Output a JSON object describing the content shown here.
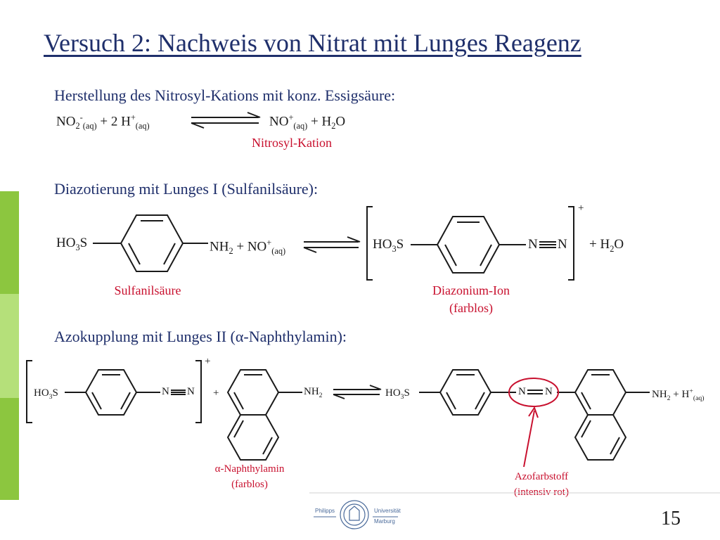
{
  "title": "Versuch 2: Nachweis von Nitrat mit Lunges Reagenz",
  "section1": {
    "heading": "Herstellung des Nitrosyl-Kations mit konz. Essigsäure:",
    "reactant_no2": "NO",
    "reactant_no2_sub": "2",
    "reactant_no2_sup": "-",
    "reactant_aq": "(aq)",
    "reactant_plus": " + 2 H",
    "reactant_h_sup": "+",
    "product_no": "NO",
    "product_no_sup": "+",
    "product_aq": "(aq)",
    "product_rest": " + H",
    "product_h2o_sub": "2",
    "product_o": "O",
    "label": "Nitrosyl-Kation"
  },
  "section2": {
    "heading": "Diazotierung mit Lunges I (Sulfanilsäure):",
    "ho3s": "HO",
    "ho3s_sub": "3",
    "ho3s_s": "S",
    "nh2": "NH",
    "nh2_sub": "2",
    "plus_no": " + NO",
    "no_sup": "+",
    "aq": "(aq)",
    "ho3s_2": "HO",
    "ho3s_2_sub": "3",
    "ho3s_2_s": "S",
    "n1": "N",
    "n2": "N",
    "bracket_charge": "+",
    "plus_h2o": "+ H",
    "h2o_sub": "2",
    "h2o_o": "O",
    "label_left": "Sulfanilsäure",
    "label_right_1": "Diazonium-Ion",
    "label_right_2": "(farblos)"
  },
  "section3": {
    "heading": "Azokupplung mit Lunges II (α-Naphthylamin):",
    "ho3s": "HO",
    "ho3s_sub": "3",
    "ho3s_s": "S",
    "n1": "N",
    "n2": "N",
    "bracket_charge": "+",
    "plus": "+",
    "nh2": "NH",
    "nh2_sub": "2",
    "ho3s_p": "HO",
    "ho3s_p_sub": "3",
    "ho3s_p_s": "S",
    "azo_n1": "N",
    "azo_n2": "N",
    "nh2_p": "NH",
    "nh2_p_sub": "2",
    "plus_h": " + H",
    "h_sup": "+",
    "h_aq": "(aq)",
    "label_naph_1": "α-Naphthylamin",
    "label_naph_2": "(farblos)",
    "label_azo_1": "Azofarbstoff",
    "label_azo_2": "(intensiv rot)"
  },
  "footer": {
    "logo_left": "Philipps",
    "logo_right_1": "Universität",
    "logo_right_2": "Marburg",
    "page_number": "15"
  },
  "colors": {
    "title": "#1f2f6b",
    "label_red": "#c8102e",
    "side_bar_dark": "#8cc63f",
    "side_bar_light": "#b5e07a"
  }
}
